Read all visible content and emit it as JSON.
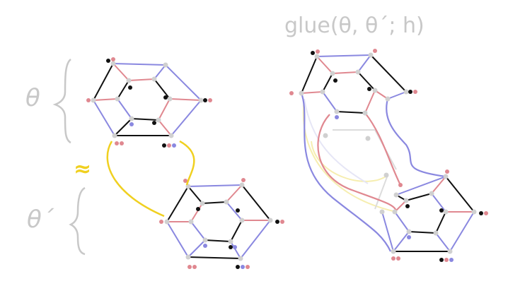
{
  "labels": {
    "glue_formula": "glue(θ, θ´; h)",
    "theta": "θ",
    "theta_prime": "θ´",
    "approx": "≈"
  },
  "colors": {
    "blue": "#8a88e0",
    "pink": "#e08890",
    "black": "#111111",
    "yellow": "#f0d020",
    "pale_yellow": "#f6eeb0",
    "gray_node": "#d0d0d0",
    "label_gray": "#c8c8c8"
  }
}
